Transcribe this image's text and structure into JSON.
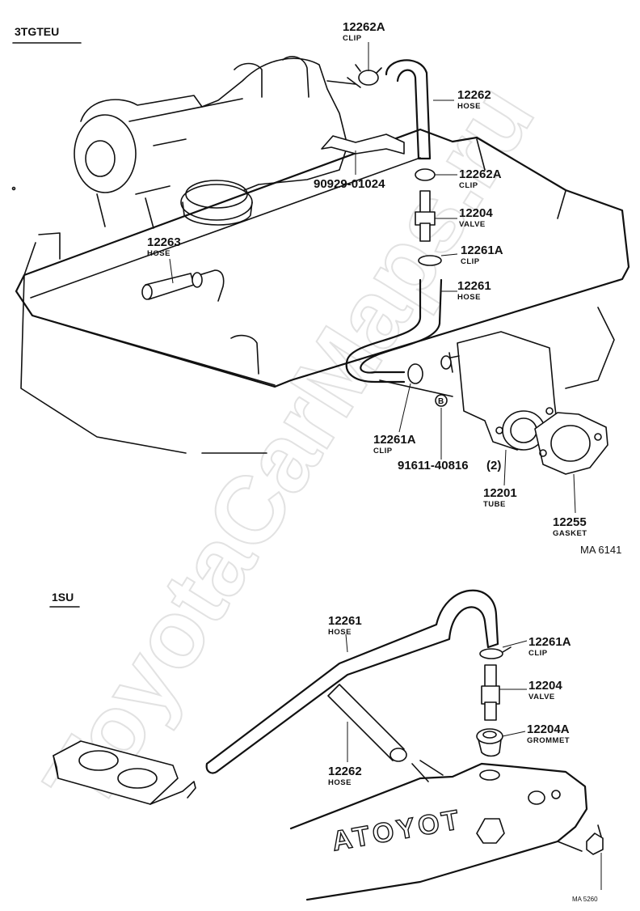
{
  "watermark": "ToyotaCarMaps.ru",
  "sections": {
    "top": "3TGTEU",
    "bottom": "1SU"
  },
  "top_labels": [
    {
      "num": "12262A",
      "sub": "CLIP"
    },
    {
      "num": "12262",
      "sub": "HOSE"
    },
    {
      "num": "90929-01024",
      "sub": ""
    },
    {
      "num": "12262A",
      "sub": "CLIP"
    },
    {
      "num": "12204",
      "sub": "VALVE"
    },
    {
      "num": "12263",
      "sub": "HOSE"
    },
    {
      "num": "12261A",
      "sub": "CLIP"
    },
    {
      "num": "12261",
      "sub": "HOSE"
    },
    {
      "num": "12261A",
      "sub": "CLIP"
    },
    {
      "num": "91611-40816",
      "sub": "(2)"
    },
    {
      "num": "12201",
      "sub": "TUBE"
    },
    {
      "num": "12255",
      "sub": "GASKET"
    }
  ],
  "bullet_b": "B",
  "ref_top": "MA 6141",
  "bottom_labels": [
    {
      "num": "12261",
      "sub": "HOSE"
    },
    {
      "num": "12261A",
      "sub": "CLIP"
    },
    {
      "num": "12204",
      "sub": "VALVE"
    },
    {
      "num": "12204A",
      "sub": "GROMMET"
    },
    {
      "num": "12262",
      "sub": "HOSE"
    }
  ],
  "head_text": "TOYOTA",
  "ref_bottom": "MA 5260"
}
